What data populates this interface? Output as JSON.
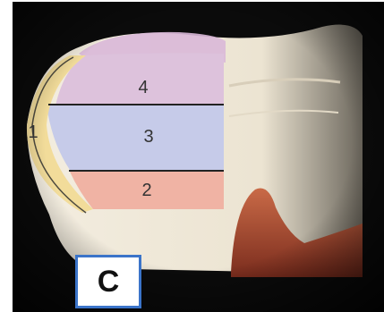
{
  "panel_label": "C",
  "layers": [
    {
      "label": "1",
      "color": "#f2dc9a"
    },
    {
      "label": "2",
      "color": "#f0b3a4"
    },
    {
      "label": "3",
      "color": "#c6cbe9"
    },
    {
      "label": "4",
      "color": "#ddc2dc"
    }
  ],
  "colors": {
    "background": "#0b0b0b",
    "tooth": "#efe8d9",
    "pulp": "#b5563b",
    "border_accent": "#3b74c9"
  }
}
